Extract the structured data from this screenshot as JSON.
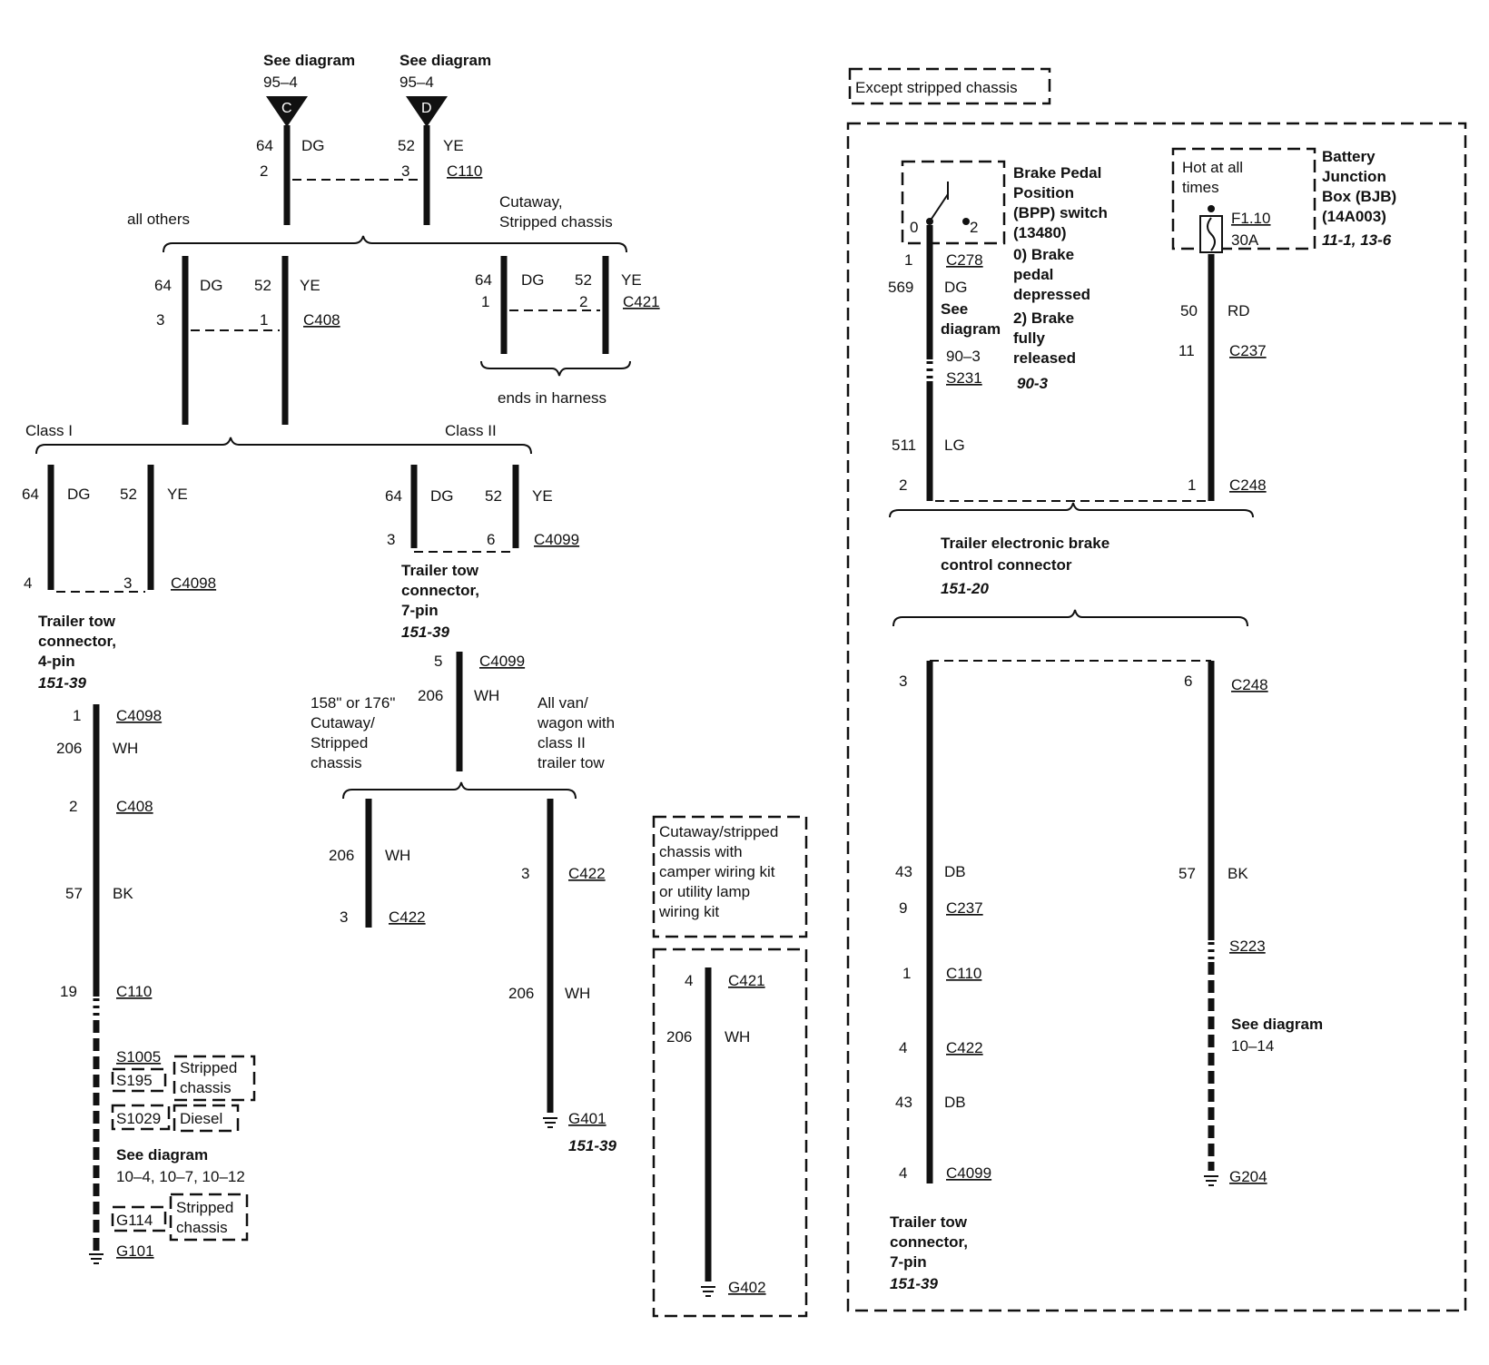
{
  "top": {
    "see_c_line1": "See diagram",
    "see_c_line2": "95–4",
    "tri_c": "C",
    "see_d_line1": "See diagram",
    "see_d_line2": "95–4",
    "tri_d": "D",
    "w64": "64",
    "dg": "DG",
    "w52": "52",
    "ye": "YE",
    "pin2": "2",
    "pin3": "3",
    "c110": "C110"
  },
  "branch1": {
    "all_others": "all others",
    "cutaway_1": "Cutaway,",
    "cutaway_2": "Stripped chassis"
  },
  "c408": {
    "w64": "64",
    "dg": "DG",
    "w52": "52",
    "ye": "YE",
    "pin3": "3",
    "pin1": "1",
    "conn": "C408"
  },
  "c421": {
    "w64": "64",
    "dg": "DG",
    "w52": "52",
    "ye": "YE",
    "pin1": "1",
    "pin2": "2",
    "conn": "C421",
    "ends": "ends in harness"
  },
  "class": {
    "class1": "Class I",
    "class2": "Class II"
  },
  "c4098": {
    "w64": "64",
    "dg": "DG",
    "w52": "52",
    "ye": "YE",
    "pin4": "4",
    "pin3": "3",
    "conn": "C4098",
    "label1": "Trailer tow",
    "label2": "connector,",
    "label3": "4-pin",
    "ref": "151-39"
  },
  "c4099": {
    "w64": "64",
    "dg": "DG",
    "w52": "52",
    "ye": "YE",
    "pin3": "3",
    "pin6": "6",
    "conn": "C4099",
    "label1": "Trailer tow",
    "label2": "connector,",
    "label3": "7-pin",
    "ref": "151-39"
  },
  "left_wh": {
    "pin1": "1",
    "c4098": "C4098",
    "w206": "206",
    "wh": "WH",
    "pin2": "2",
    "c408": "C408",
    "w57": "57",
    "bk": "BK",
    "pin19": "19",
    "c110": "C110",
    "s1005": "S1005",
    "s195": "S195",
    "stripped1": "Stripped",
    "chassis1": "chassis",
    "s1029": "S1029",
    "diesel": "Diesel",
    "see1": "See diagram",
    "see2": "10–4, 10–7, 10–12",
    "g114": "G114",
    "stripped2": "Stripped",
    "chassis2": "chassis",
    "g101": "G101"
  },
  "mid_wh": {
    "pin5": "5",
    "c4099": "C4099",
    "w206": "206",
    "wh": "WH",
    "cut1": "158\" or 176\"",
    "cut2": "Cutaway/",
    "cut3": "Stripped",
    "cut4": "chassis",
    "van1": "All van/",
    "van2": "wagon with",
    "van3": "class II",
    "van4": "trailer tow",
    "l206": "206",
    "lwh": "WH",
    "l3": "3",
    "lc422": "C422",
    "r3": "3",
    "rc422": "C422",
    "r206": "206",
    "rwh": "WH",
    "g401": "G401",
    "ref": "151-39"
  },
  "camper": {
    "line1": "Cutaway/stripped",
    "line2": "chassis with",
    "line3": "camper wiring kit",
    "line4": "or utility lamp",
    "line5": "wiring kit",
    "pin4": "4",
    "c421": "C421",
    "w206": "206",
    "wh": "WH",
    "g402": "G402"
  },
  "right": {
    "except": "Except stripped chassis",
    "bpp1": "Brake Pedal",
    "bpp2": "Position",
    "bpp3": "(BPP) switch",
    "bpp4": "(13480)",
    "bpp5": "0) Brake",
    "bpp6": "pedal",
    "bpp7": "depressed",
    "bpp8": "2) Brake",
    "bpp9": "fully",
    "bpp10": "released",
    "bpp_ref": "90-3",
    "sw0": "0",
    "sw2": "2",
    "hot1": "Hot at all",
    "hot2": "times",
    "fuse": "F1.10",
    "amp": "30A",
    "bjb1": "Battery",
    "bjb2": "Junction",
    "bjb3": "Box (BJB)",
    "bjb4": "(14A003)",
    "bjb_ref": "11-1, 13-6",
    "pin1": "1",
    "c278": "C278",
    "w569": "569",
    "dg": "DG",
    "see1": "See",
    "see2": "diagram",
    "see3": "90–3",
    "s231": "S231",
    "w511": "511",
    "lg": "LG",
    "pin2": "2",
    "w50": "50",
    "rd": "RD",
    "pin11": "11",
    "c237": "C237",
    "pin1b": "1",
    "c248": "C248",
    "tebc1": "Trailer electronic brake",
    "tebc2": "control connector",
    "tebc_ref": "151-20",
    "l3": "3",
    "w43a": "43",
    "db": "DB",
    "l9": "9",
    "lc237": "C237",
    "l1": "1",
    "lc110": "C110",
    "l4": "4",
    "lc422": "C422",
    "w43b": "43",
    "db2": "DB",
    "l4b": "4",
    "lc4099": "C4099",
    "r6": "6",
    "rc248": "C248",
    "w57": "57",
    "bk": "BK",
    "s223": "S223",
    "rsee1": "See diagram",
    "rsee2": "10–14",
    "g204": "G204",
    "tt1": "Trailer tow",
    "tt2": "connector,",
    "tt3": "7-pin",
    "tt_ref": "151-39"
  }
}
